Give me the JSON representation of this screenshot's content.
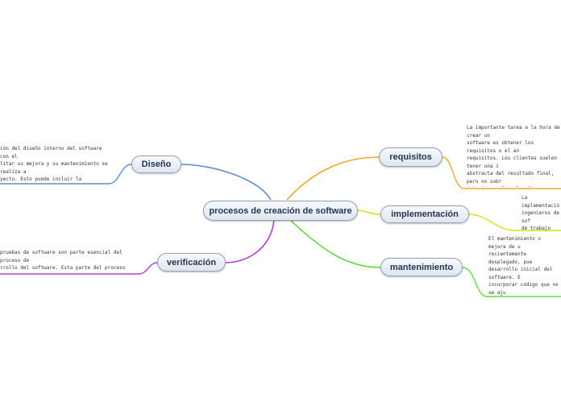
{
  "central": {
    "label": "procesos de creación de software"
  },
  "branches": {
    "diseno": {
      "label": "Diseño",
      "note": "ión del diseño interno del software con el\nlitar su mejora y su mantenimiento se realiza a\nyecto. Esto puede incluir la documentación de\nterior como exterior. Prácticamente es como\ncocina",
      "color": "#5b8fd6"
    },
    "verificacion": {
      "label": "verificación",
      "note": "pruebas de software son parte esencial del proceso de\nrrollo del software. Esta parte del proceso tiene la función\ndetectar los errores de software lo antes posible.",
      "color": "#b040d8"
    },
    "requisitos": {
      "label": "requisitos",
      "note": "La importante tarea a la hora de crear un\nsoftware es obtener los requisitos o el an\nrequisitos. Los clientes suelen tener una i\nabstracta del resultado final, pero no sobr\ndebería cumplir el software.\n\nUna vez que se hayan recopilado los requ\ndebe realizar un análisis del ámbito del d\ndocumento se conoce como especificació",
      "color": "#f5a623"
    },
    "implementacion": {
      "label": "implementación",
      "note": "La implementació\ningenieros de sof\nde trabajo que es\nen esta etapa se\nnegra.",
      "color": "#d8e000"
    },
    "mantenimiento": {
      "label": "mantenimiento",
      "note": "El mantenimiento o mejora de u\nrecientemente desplegado, pue\ndesarrollo inicial del software. E\nincorporar código que no se aju\nobjetivo de solucionar un proble\npara un cliente. Si los costes de\nelevados puede que sea oportu\npoder contener los costes de m",
      "color": "#5ee03a"
    }
  }
}
